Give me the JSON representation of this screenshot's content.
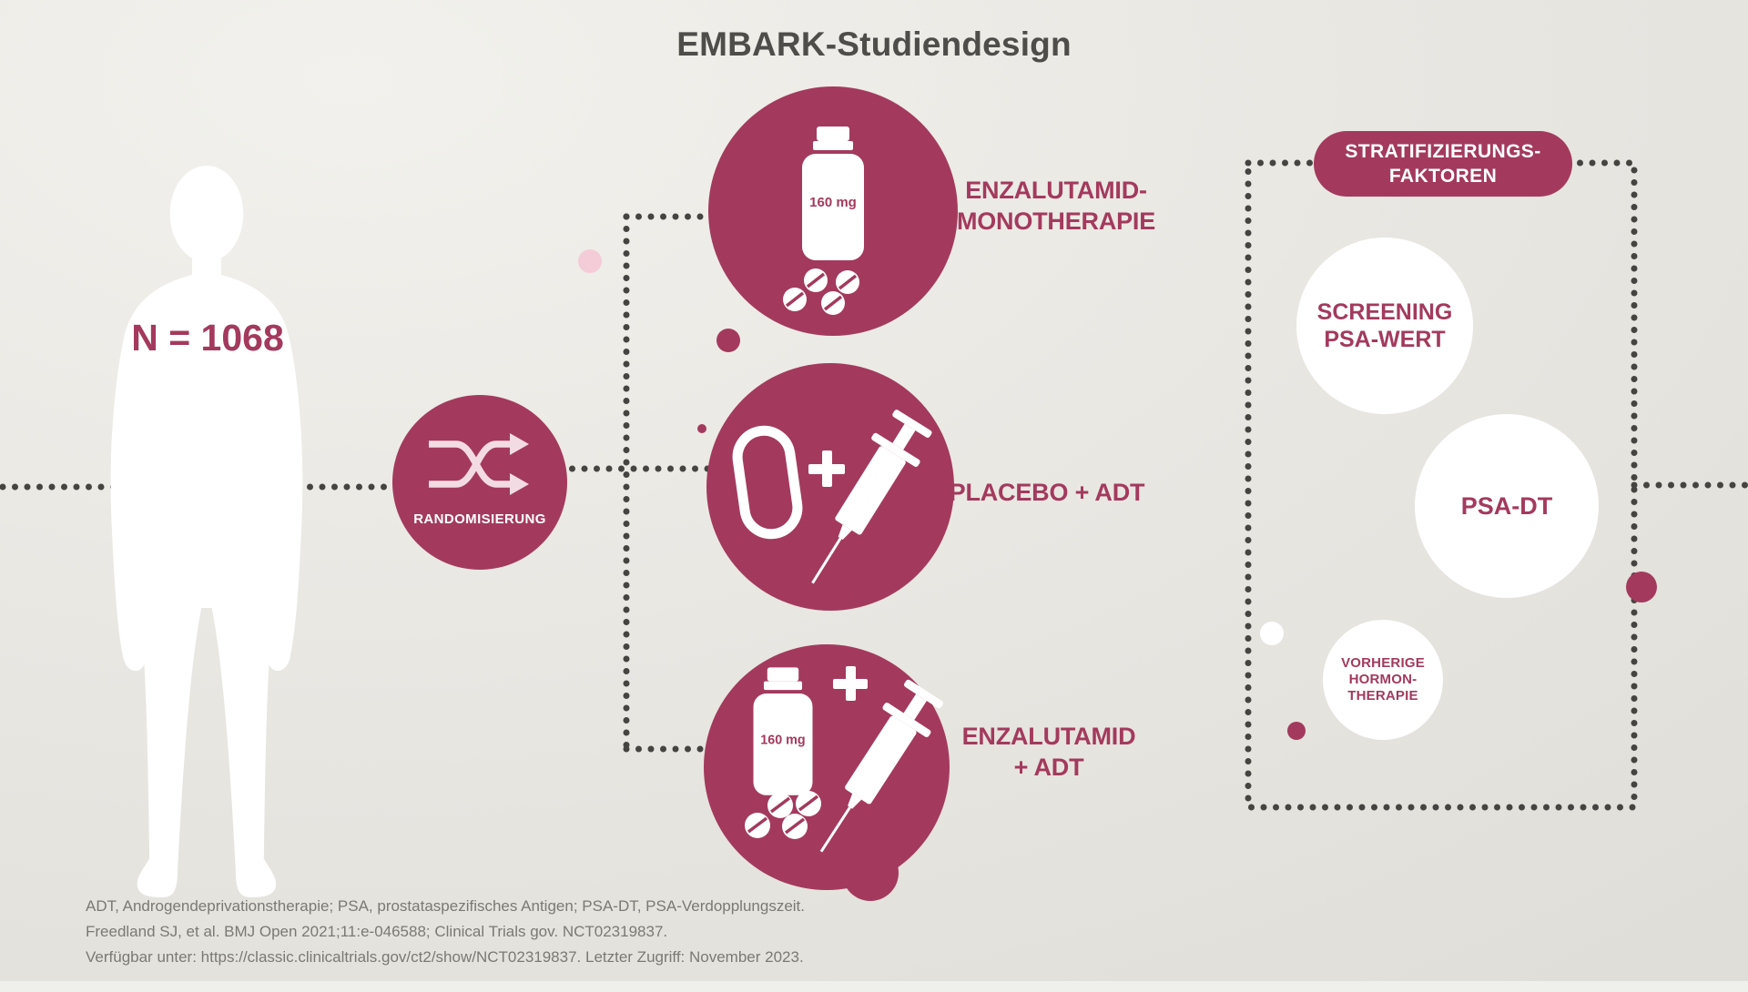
{
  "title": "EMBARK-Studiendesign",
  "population": {
    "n_label": "N = 1068"
  },
  "randomization": {
    "label": "RANDOMISIERUNG"
  },
  "arms": {
    "enzalutamid_mono": {
      "line1": "ENZALUTAMID-",
      "line2": "MONOTHERAPIE",
      "dose": "160 mg"
    },
    "placebo_adt": {
      "line1": "PLACEBO + ADT"
    },
    "enzalutamid_adt": {
      "line1": "ENZALUTAMID",
      "line2": "+ ADT",
      "dose": "160 mg"
    }
  },
  "stratification": {
    "header": {
      "line1": "STRATIFIZIERUNGS-",
      "line2": "FAKTOREN"
    },
    "screening_psa": {
      "line1": "SCREENING",
      "line2": "PSA-WERT"
    },
    "psa_dt": {
      "line1": "PSA-DT"
    },
    "prior_hormone": {
      "line1": "VORHERIGE",
      "line2": "HORMON-",
      "line3": "THERAPIE"
    }
  },
  "footnotes": {
    "line1": "ADT, Androgendeprivationstherapie; PSA, prostataspezifisches Antigen; PSA-DT, PSA-Verdopplungszeit.",
    "line2": "Freedland SJ, et al. BMJ Open 2021;11:e-046588; Clinical Trials gov. NCT02319837.",
    "line3": "Verfügbar unter: https://classic.clinicaltrials.gov/ct2/show/NCT02319837. Letzter Zugriff: November 2023."
  },
  "colors": {
    "maroon": "#a33a5d",
    "background": "#e9e7e2",
    "connector_gray": "#454440",
    "title_gray": "#4e4d4a",
    "footnote_gray": "#7b7974",
    "icon_pink": "#f3dbe3"
  }
}
